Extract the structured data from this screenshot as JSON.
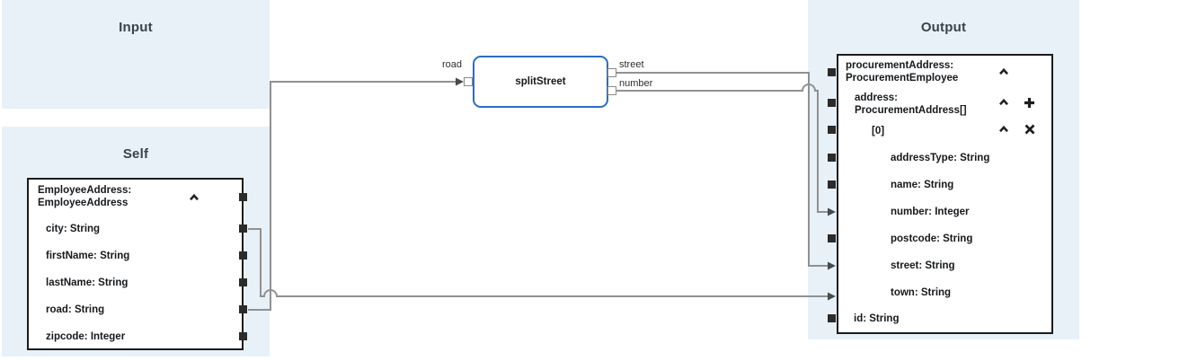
{
  "panels": {
    "input_title": "Input",
    "self_title": "Self",
    "output_title": "Output"
  },
  "self_box": {
    "header_line1": "EmployeeAddress:",
    "header_line2": "EmployeeAddress",
    "fields": [
      {
        "label": "city: String"
      },
      {
        "label": "firstName: String"
      },
      {
        "label": "lastName: String"
      },
      {
        "label": "road: String"
      },
      {
        "label": "zipcode: Integer"
      }
    ]
  },
  "transform": {
    "name": "splitStreet",
    "input_port_label": "road",
    "output_port_labels": [
      "street",
      "number"
    ]
  },
  "output_box": {
    "rows": [
      {
        "line1": "procurementAddress:",
        "line2": "ProcurementEmployee"
      },
      {
        "line1": "address:",
        "line2": "ProcurementAddress[]"
      },
      {
        "label": "[0]"
      },
      {
        "label": "addressType: String"
      },
      {
        "label": "name: String"
      },
      {
        "label": "number: Integer"
      },
      {
        "label": "postcode: String"
      },
      {
        "label": "street: String"
      },
      {
        "label": "town: String"
      },
      {
        "label": "id: String"
      }
    ]
  },
  "icons": {
    "collapse": "chevron-up",
    "add_item": "plus",
    "remove_item": "x"
  },
  "connections": [
    {
      "from": "Self.EmployeeAddress.road",
      "to": "splitStreet.road"
    },
    {
      "from": "splitStreet.street",
      "to": "Output.address[0].street"
    },
    {
      "from": "splitStreet.number",
      "to": "Output.address[0].number"
    },
    {
      "from": "Self.EmployeeAddress.city",
      "to": "Output.address[0].town"
    }
  ],
  "colors": {
    "panel_bg": "#e8f1f8",
    "box_border": "#1b1b1b",
    "transform_border": "#2c6cc4",
    "connection_line": "#919191",
    "arrowhead": "#4a4a4a",
    "connector": "#2b2b2b",
    "text": "#16191c",
    "title_text": "#3b4349"
  }
}
